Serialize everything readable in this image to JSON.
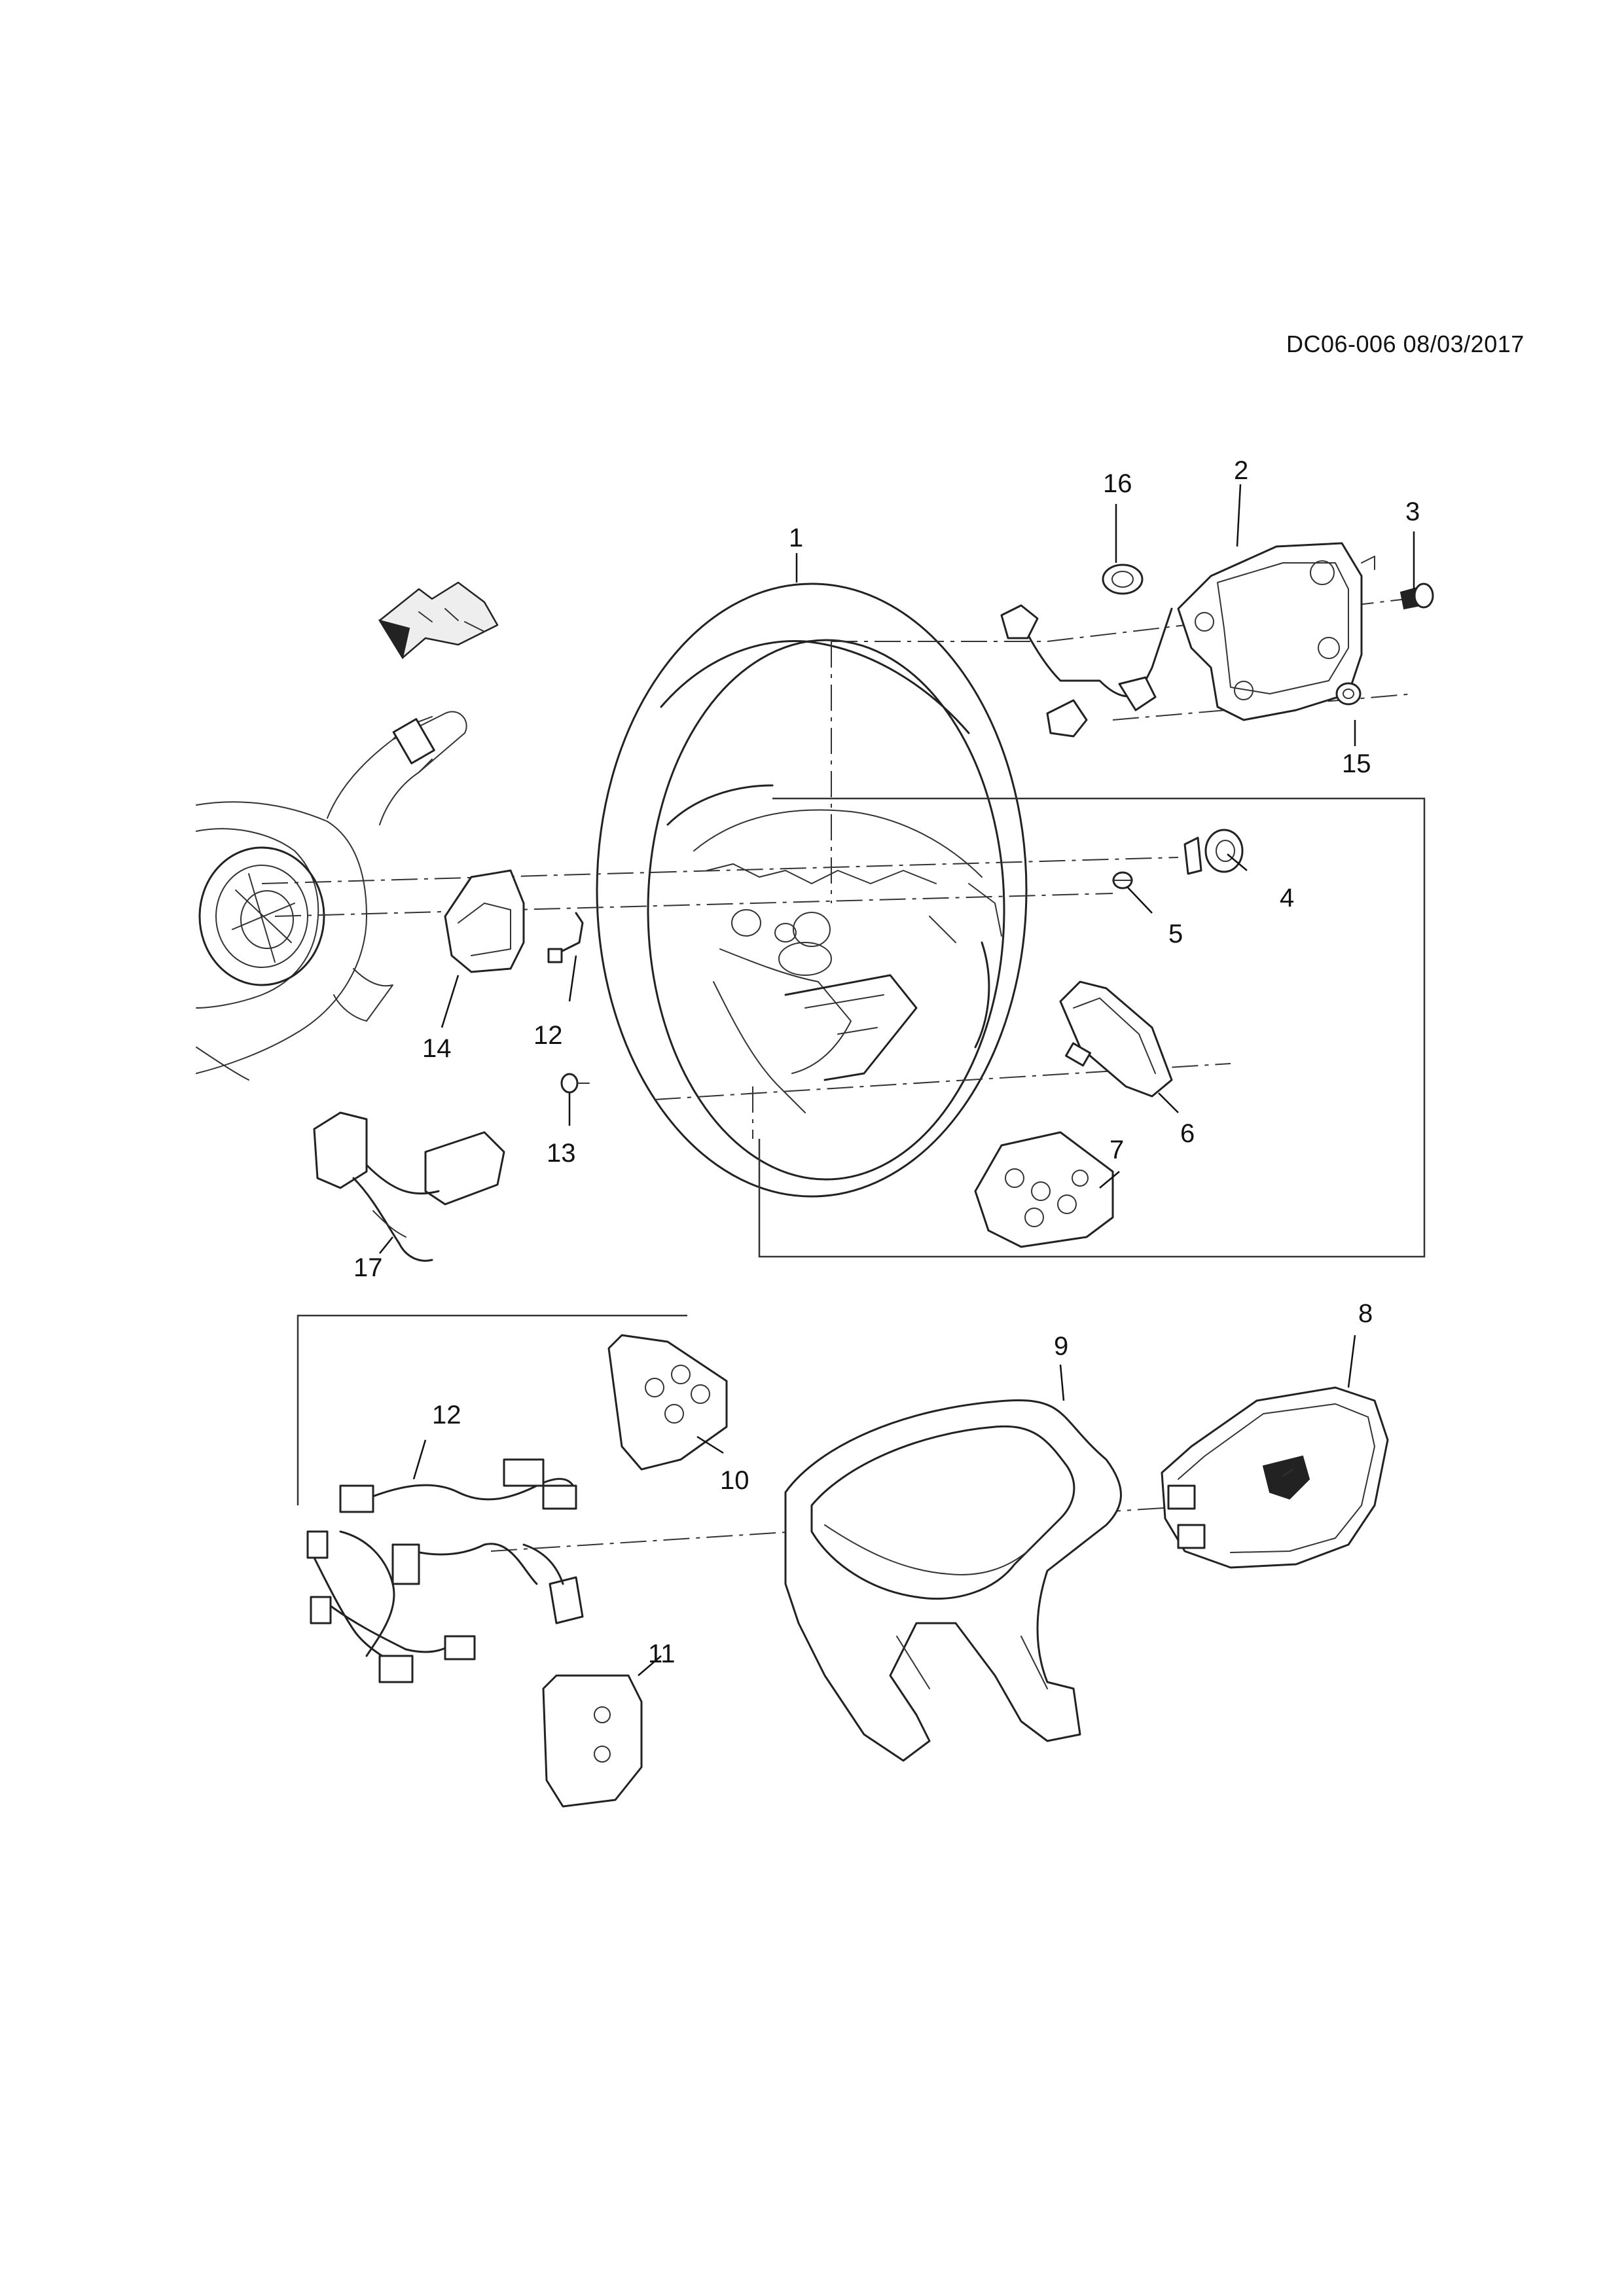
{
  "header": {
    "doc_code": "DC06-006 08/03/2017"
  },
  "callouts": {
    "c1": "1",
    "c2": "2",
    "c3": "3",
    "c4": "4",
    "c5": "5",
    "c6": "6",
    "c7": "7",
    "c8": "8",
    "c9": "9",
    "c10": "10",
    "c11": "11",
    "c12a": "12",
    "c12b": "12",
    "c13": "13",
    "c14": "14",
    "c15": "15",
    "c16": "16",
    "c17": "17"
  },
  "icons": {
    "orientation": "front-arrow-icon",
    "steering_wheel": "steering-wheel-icon",
    "airbag": "airbag-module-icon",
    "bezel": "steering-wheel-bezel-icon",
    "column": "steering-column-icon"
  }
}
